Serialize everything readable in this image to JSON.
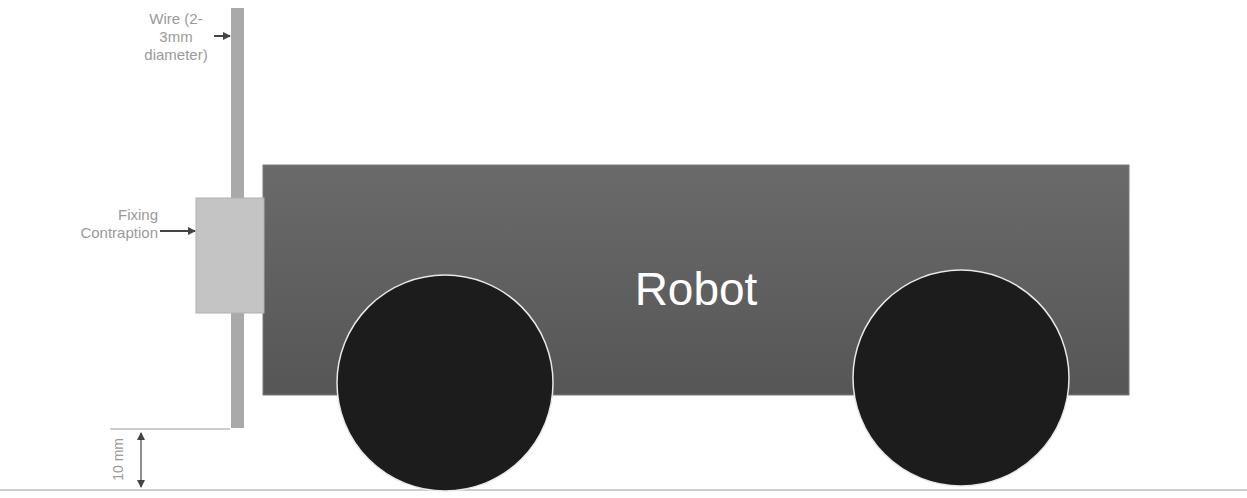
{
  "diagram": {
    "nodes": [
      {
        "text": [
          "Robot"
        ]
      }
    ],
    "labels": [
      "Wire (2-3mm diameter)",
      "Fixing Contraption",
      "10 mm"
    ]
  }
}
